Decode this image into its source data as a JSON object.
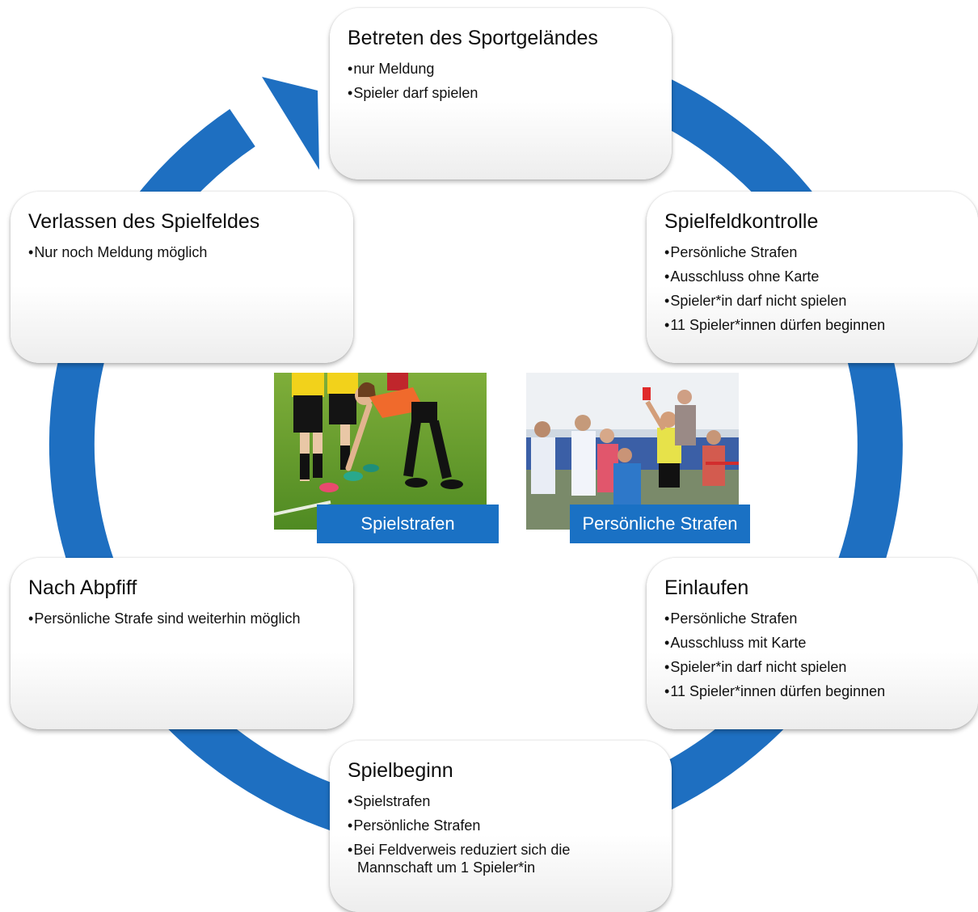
{
  "colors": {
    "ring": "#1e6fc1",
    "label_bg": "#1a71c4",
    "label_text": "#ffffff"
  },
  "steps": [
    {
      "title": "Betreten des Sportgeländes",
      "bullets": [
        "nur Meldung",
        "Spieler darf spielen"
      ]
    },
    {
      "title": "Spielfeldkontrolle",
      "bullets": [
        "Persönliche Strafen",
        "Ausschluss ohne Karte",
        "Spieler*in darf nicht spielen",
        "11 Spieler*innen dürfen beginnen"
      ]
    },
    {
      "title": "Einlaufen",
      "bullets": [
        "Persönliche Strafen",
        "Ausschluss mit Karte",
        "Spieler*in darf nicht spielen",
        "11 Spieler*innen dürfen beginnen"
      ]
    },
    {
      "title": "Spielbeginn",
      "bullets": [
        "Spielstrafen",
        "Persönliche Strafen",
        "Bei Feldverweis reduziert sich die Mannschaft um 1 Spieler*in"
      ]
    },
    {
      "title": "Nach Abpfiff",
      "bullets": [
        "Persönliche Strafe sind weiterhin möglich"
      ]
    },
    {
      "title": "Verlassen des Spielfeldes",
      "bullets": [
        "Nur noch Meldung möglich"
      ]
    }
  ],
  "photos": {
    "left_label": "Spielstrafen",
    "right_label": "Persönliche Strafen"
  }
}
